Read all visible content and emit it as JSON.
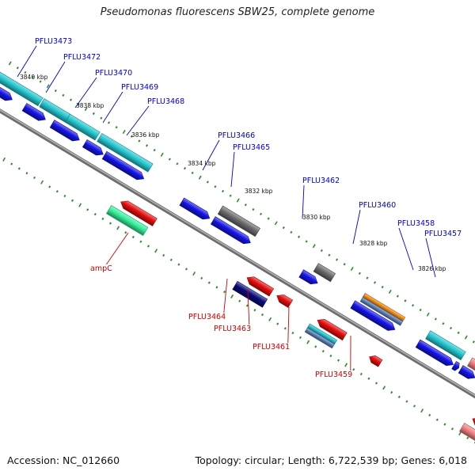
{
  "title": "Pseudomonas fluorescens SBW25, complete genome",
  "accession": "Accession: NC_012660",
  "topology": "Topology: circular; Length: 6,722,539 bp; Genes: 6,018",
  "colors": {
    "backbone": "#7f7f7f",
    "tick": "#2e8b2e",
    "forward_label": "#0000cc",
    "reverse_label": "#cc0000"
  },
  "kbp_ticks": [
    "3840 kbp",
    "3838 kbp",
    "3836 kbp",
    "3834 kbp",
    "3832 kbp",
    "3830 kbp",
    "3828 kbp",
    "3826 kbp"
  ],
  "forward_labels": [
    "PFLU3473",
    "PFLU3472",
    "PFLU3470",
    "PFLU3469",
    "PFLU3468",
    "PFLU3466",
    "PFLU3465",
    "PFLU3462",
    "PFLU3460",
    "PFLU3458",
    "PFLU3457"
  ],
  "reverse_labels": [
    "ampC",
    "PFLU3464",
    "PFLU3463",
    "PFLU3461",
    "PFLU3459"
  ],
  "feature_colors": {
    "cds_forward": "#1414e6",
    "rna_cyan": "#22c7cf",
    "rna_light": "#5fe3d6",
    "cds_reverse": "#e60d0d",
    "pseudo_grey": "#6a6a6a",
    "navy": "#0a0a7a",
    "teal_green": "#33ee99",
    "orange": "#f08a12",
    "steel": "#5a7fb8",
    "pink": "#f08080"
  }
}
